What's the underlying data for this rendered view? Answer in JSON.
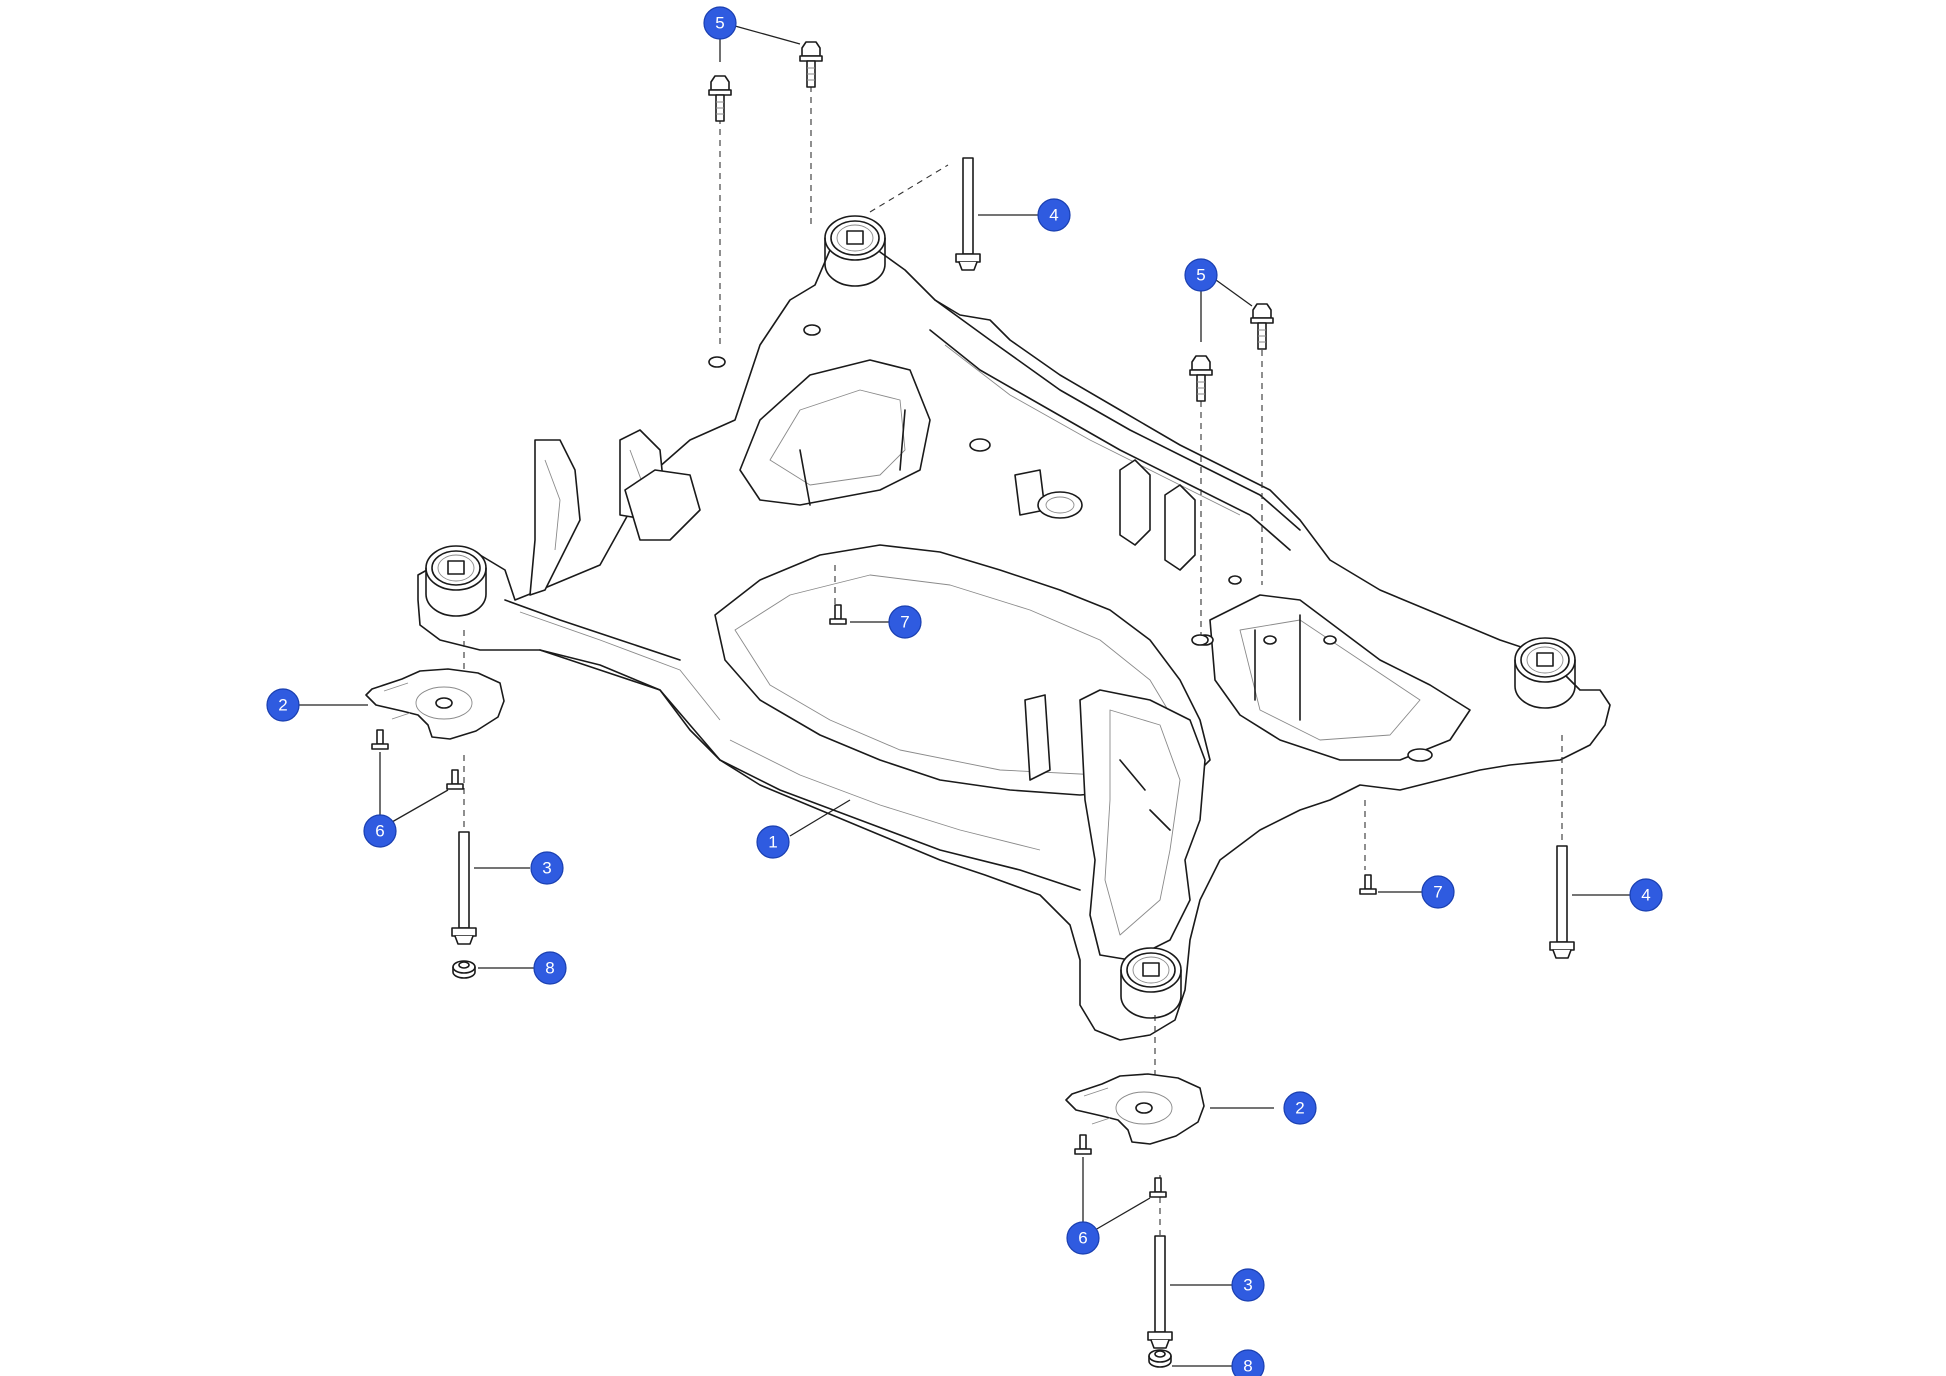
{
  "callouts": [
    {
      "id": "c1",
      "label": "1"
    },
    {
      "id": "c2a",
      "label": "2"
    },
    {
      "id": "c2b",
      "label": "2"
    },
    {
      "id": "c3a",
      "label": "3"
    },
    {
      "id": "c3b",
      "label": "3"
    },
    {
      "id": "c4a",
      "label": "4"
    },
    {
      "id": "c4b",
      "label": "4"
    },
    {
      "id": "c5a",
      "label": "5"
    },
    {
      "id": "c5b",
      "label": "5"
    },
    {
      "id": "c6a",
      "label": "6"
    },
    {
      "id": "c6b",
      "label": "6"
    },
    {
      "id": "c7a",
      "label": "7"
    },
    {
      "id": "c7b",
      "label": "7"
    },
    {
      "id": "c8a",
      "label": "8"
    },
    {
      "id": "c8b",
      "label": "8"
    }
  ],
  "colors": {
    "callout_fill": "#2f5be0",
    "line": "#1a1a1a",
    "background": "#ffffff"
  }
}
